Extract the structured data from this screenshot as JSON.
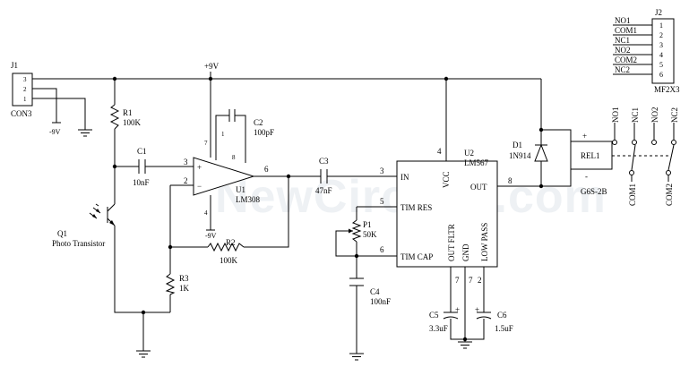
{
  "watermark": "NewCircuits.com",
  "power": {
    "pos_rail": "+9V",
    "neg_rail_j1": "-9V",
    "neg_rail_u1": "-9V"
  },
  "j1": {
    "ref": "J1",
    "value": "CON3",
    "pins": [
      "3",
      "2",
      "1"
    ]
  },
  "j2": {
    "ref": "J2",
    "value": "MF2X3",
    "pins": [
      "1",
      "2",
      "3",
      "4",
      "5",
      "6"
    ],
    "labels": [
      "NO1",
      "COM1",
      "NC1",
      "NO2",
      "COM2",
      "NC2"
    ]
  },
  "r1": {
    "ref": "R1",
    "value": "100K"
  },
  "r2": {
    "ref": "R2",
    "value": "100K"
  },
  "r3": {
    "ref": "R3",
    "value": "1K"
  },
  "c1": {
    "ref": "C1",
    "value": "10nF"
  },
  "c2": {
    "ref": "C2",
    "value": "100pF"
  },
  "c3": {
    "ref": "C3",
    "value": "47nF"
  },
  "c4": {
    "ref": "C4",
    "value": "100nF"
  },
  "c5": {
    "ref": "C5",
    "value": "3.3uF",
    "pol": "+"
  },
  "c6": {
    "ref": "C6",
    "value": "1.5uF",
    "pol": "+"
  },
  "q1": {
    "ref": "Q1",
    "value": "Photo Transistor"
  },
  "p1": {
    "ref": "P1",
    "value": "50K"
  },
  "d1": {
    "ref": "D1",
    "value": "1N914"
  },
  "u1": {
    "ref": "U1",
    "value": "LM308",
    "minus": "−",
    "plus": "+",
    "pins": {
      "inv": "2",
      "noninv": "3",
      "v_pos": "7",
      "v_neg": "4",
      "out": "6",
      "comp": "8",
      "comp1": "1"
    }
  },
  "u2": {
    "ref": "U2",
    "value": "LM567",
    "pin_labels": {
      "in": "IN",
      "vcc": "VCC",
      "out": "OUT",
      "tim_res": "TIM RES",
      "tim_cap": "TIM CAP",
      "out_flt": "OUT FLTR",
      "gnd": "GND",
      "low_pass": "LOW PASS"
    },
    "pins": {
      "in": "3",
      "vcc": "4",
      "out": "8",
      "tim_res": "5",
      "tim_cap": "6",
      "out_flt": "7",
      "gnd": "7",
      "low_pass": "2"
    }
  },
  "rel1": {
    "ref": "REL1",
    "value": "G6S-2B",
    "coil_plus": "+",
    "coil_minus": "-",
    "contacts": {
      "no1": "NO1",
      "nc1": "NC1",
      "no2": "NO2",
      "nc2": "NC2",
      "com1": "COM1",
      "com2": "COM2"
    }
  }
}
